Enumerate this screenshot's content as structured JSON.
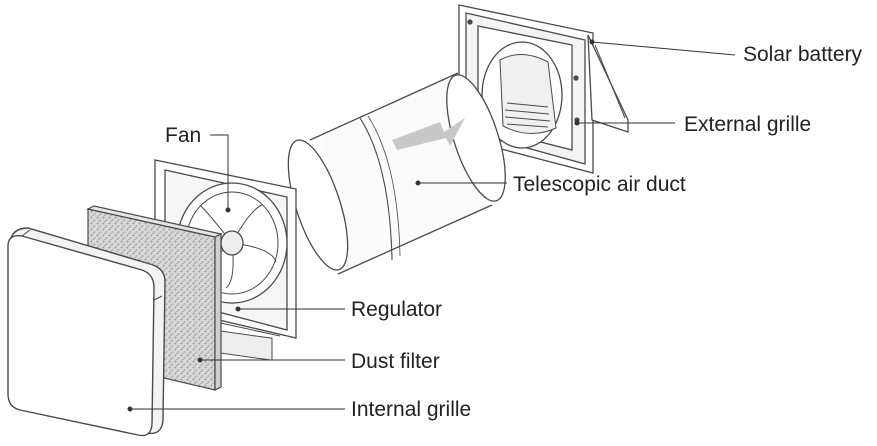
{
  "labels": {
    "solar_battery": "Solar battery",
    "external_grille": "External grille",
    "fan": "Fan",
    "telescopic_air_duct": "Telescopic air duct",
    "regulator": "Regulator",
    "dust_filter": "Dust filter",
    "internal_grille": "Internal grille"
  },
  "colors": {
    "line": "#333333",
    "outline": "#4a4a4a",
    "arrow": "#c8c8c8",
    "shade": "#e6e6e6"
  }
}
